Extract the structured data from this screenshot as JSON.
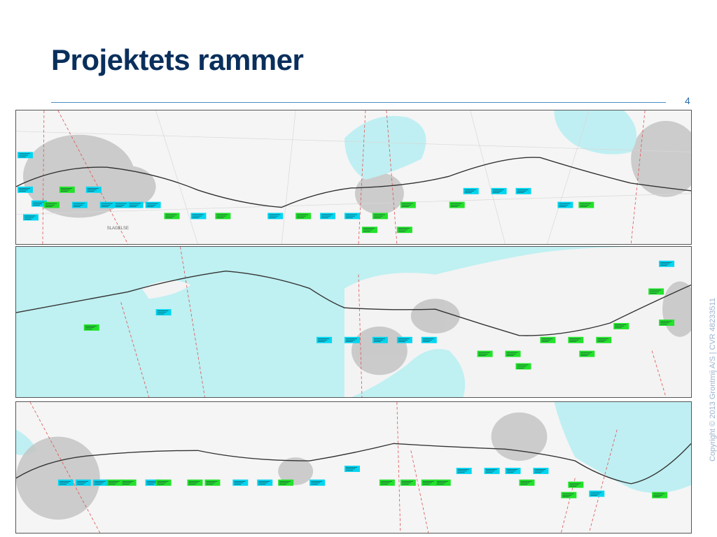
{
  "slide": {
    "title": "Projektets rammer",
    "page_number": "4",
    "copyright": "Copyright © 2013 Grontmij A/S | CVR 48233511"
  },
  "maps": [
    {
      "id": "map-section-1",
      "place_label": "SLAGELSE"
    },
    {
      "id": "map-section-2"
    },
    {
      "id": "map-section-3"
    }
  ],
  "colors": {
    "title": "#0a2f5c",
    "rule": "#4a8fc7",
    "page_number": "#2a6db3",
    "copyright": "#9db3cf",
    "water": "#bff0f2",
    "land": "#f4f4f4",
    "urban": "#bdbdbd",
    "alignment": "#333333",
    "label_cyan": "#00d6f0",
    "label_green": "#22e22a",
    "grid_line": "#e05050"
  }
}
